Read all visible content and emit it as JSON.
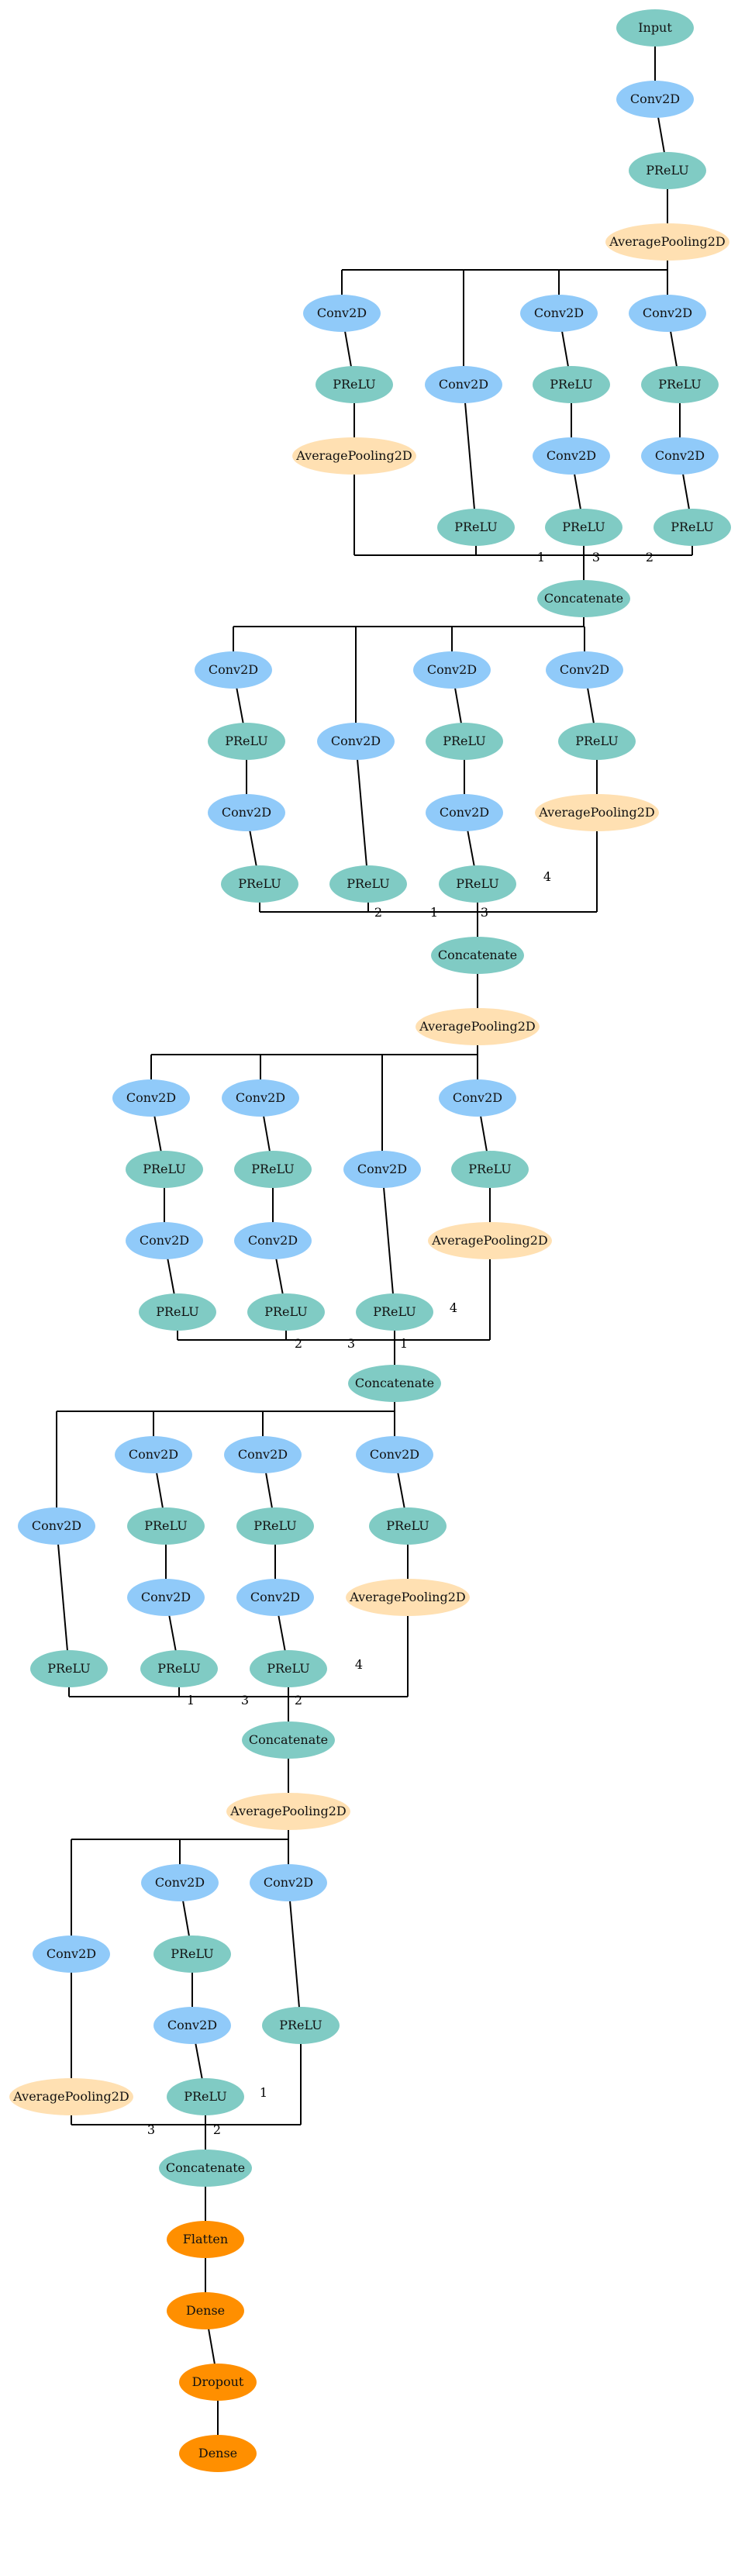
{
  "colors": {
    "input": "#80CBC4",
    "prelu": "#80CBC4",
    "conv2d": "#90CAF9",
    "pooling": "#FFE0B2",
    "dense_stack": "#FF8F00",
    "edge": "#000000"
  },
  "nodes": [
    {
      "id": "input",
      "label": "Input",
      "kind": "input"
    },
    {
      "id": "conv1",
      "label": "Conv2D",
      "kind": "conv2d"
    },
    {
      "id": "prelu1",
      "label": "PReLU",
      "kind": "prelu"
    },
    {
      "id": "pool1",
      "label": "AveragePooling2D",
      "kind": "pooling"
    },
    {
      "id": "b1a_conv",
      "label": "Conv2D",
      "kind": "conv2d"
    },
    {
      "id": "b1a_prelu",
      "label": "PReLU",
      "kind": "prelu"
    },
    {
      "id": "b1a_pool",
      "label": "AveragePooling2D",
      "kind": "pooling"
    },
    {
      "id": "b1b_conv",
      "label": "Conv2D",
      "kind": "conv2d"
    },
    {
      "id": "b1b_prelu",
      "label": "PReLU",
      "kind": "prelu"
    },
    {
      "id": "b1c_conv1",
      "label": "Conv2D",
      "kind": "conv2d"
    },
    {
      "id": "b1c_prelu1",
      "label": "PReLU",
      "kind": "prelu"
    },
    {
      "id": "b1c_conv2",
      "label": "Conv2D",
      "kind": "conv2d"
    },
    {
      "id": "b1c_prelu2",
      "label": "PReLU",
      "kind": "prelu"
    },
    {
      "id": "b1d_conv1",
      "label": "Conv2D",
      "kind": "conv2d"
    },
    {
      "id": "b1d_prelu1",
      "label": "PReLU",
      "kind": "prelu"
    },
    {
      "id": "b1d_conv2",
      "label": "Conv2D",
      "kind": "conv2d"
    },
    {
      "id": "b1d_prelu2",
      "label": "PReLU",
      "kind": "prelu"
    },
    {
      "id": "concat1",
      "label": "Concatenate",
      "kind": "prelu"
    },
    {
      "id": "b2a_conv1",
      "label": "Conv2D",
      "kind": "conv2d"
    },
    {
      "id": "b2a_prelu1",
      "label": "PReLU",
      "kind": "prelu"
    },
    {
      "id": "b2a_conv2",
      "label": "Conv2D",
      "kind": "conv2d"
    },
    {
      "id": "b2a_prelu2",
      "label": "PReLU",
      "kind": "prelu"
    },
    {
      "id": "b2b_conv",
      "label": "Conv2D",
      "kind": "conv2d"
    },
    {
      "id": "b2b_prelu",
      "label": "PReLU",
      "kind": "prelu"
    },
    {
      "id": "b2c_conv1",
      "label": "Conv2D",
      "kind": "conv2d"
    },
    {
      "id": "b2c_prelu1",
      "label": "PReLU",
      "kind": "prelu"
    },
    {
      "id": "b2c_conv2",
      "label": "Conv2D",
      "kind": "conv2d"
    },
    {
      "id": "b2c_prelu2",
      "label": "PReLU",
      "kind": "prelu"
    },
    {
      "id": "b2d_conv",
      "label": "Conv2D",
      "kind": "conv2d"
    },
    {
      "id": "b2d_prelu",
      "label": "PReLU",
      "kind": "prelu"
    },
    {
      "id": "b2d_pool",
      "label": "AveragePooling2D",
      "kind": "pooling"
    },
    {
      "id": "concat2",
      "label": "Concatenate",
      "kind": "prelu"
    },
    {
      "id": "pool2",
      "label": "AveragePooling2D",
      "kind": "pooling"
    },
    {
      "id": "b3a_conv1",
      "label": "Conv2D",
      "kind": "conv2d"
    },
    {
      "id": "b3a_prelu1",
      "label": "PReLU",
      "kind": "prelu"
    },
    {
      "id": "b3a_conv2",
      "label": "Conv2D",
      "kind": "conv2d"
    },
    {
      "id": "b3a_prelu2",
      "label": "PReLU",
      "kind": "prelu"
    },
    {
      "id": "b3b_conv1",
      "label": "Conv2D",
      "kind": "conv2d"
    },
    {
      "id": "b3b_prelu1",
      "label": "PReLU",
      "kind": "prelu"
    },
    {
      "id": "b3b_conv2",
      "label": "Conv2D",
      "kind": "conv2d"
    },
    {
      "id": "b3b_prelu2",
      "label": "PReLU",
      "kind": "prelu"
    },
    {
      "id": "b3c_conv",
      "label": "Conv2D",
      "kind": "conv2d"
    },
    {
      "id": "b3c_prelu",
      "label": "PReLU",
      "kind": "prelu"
    },
    {
      "id": "b3d_conv",
      "label": "Conv2D",
      "kind": "conv2d"
    },
    {
      "id": "b3d_prelu",
      "label": "PReLU",
      "kind": "prelu"
    },
    {
      "id": "b3d_pool",
      "label": "AveragePooling2D",
      "kind": "pooling"
    },
    {
      "id": "concat3",
      "label": "Concatenate",
      "kind": "prelu"
    },
    {
      "id": "b4a_conv",
      "label": "Conv2D",
      "kind": "conv2d"
    },
    {
      "id": "b4a_prelu",
      "label": "PReLU",
      "kind": "prelu"
    },
    {
      "id": "b4b_conv1",
      "label": "Conv2D",
      "kind": "conv2d"
    },
    {
      "id": "b4b_prelu1",
      "label": "PReLU",
      "kind": "prelu"
    },
    {
      "id": "b4b_conv2",
      "label": "Conv2D",
      "kind": "conv2d"
    },
    {
      "id": "b4b_prelu2",
      "label": "PReLU",
      "kind": "prelu"
    },
    {
      "id": "b4c_conv1",
      "label": "Conv2D",
      "kind": "conv2d"
    },
    {
      "id": "b4c_prelu1",
      "label": "PReLU",
      "kind": "prelu"
    },
    {
      "id": "b4c_conv2",
      "label": "Conv2D",
      "kind": "conv2d"
    },
    {
      "id": "b4c_prelu2",
      "label": "PReLU",
      "kind": "prelu"
    },
    {
      "id": "b4d_conv",
      "label": "Conv2D",
      "kind": "conv2d"
    },
    {
      "id": "b4d_prelu",
      "label": "PReLU",
      "kind": "prelu"
    },
    {
      "id": "b4d_pool",
      "label": "AveragePooling2D",
      "kind": "pooling"
    },
    {
      "id": "concat4",
      "label": "Concatenate",
      "kind": "prelu"
    },
    {
      "id": "pool3",
      "label": "AveragePooling2D",
      "kind": "pooling"
    },
    {
      "id": "b5a_conv",
      "label": "Conv2D",
      "kind": "conv2d"
    },
    {
      "id": "b5a_pool",
      "label": "AveragePooling2D",
      "kind": "pooling"
    },
    {
      "id": "b5b_conv1",
      "label": "Conv2D",
      "kind": "conv2d"
    },
    {
      "id": "b5b_prelu1",
      "label": "PReLU",
      "kind": "prelu"
    },
    {
      "id": "b5b_conv2",
      "label": "Conv2D",
      "kind": "conv2d"
    },
    {
      "id": "b5b_prelu2",
      "label": "PReLU",
      "kind": "prelu"
    },
    {
      "id": "b5c_conv",
      "label": "Conv2D",
      "kind": "conv2d"
    },
    {
      "id": "b5c_prelu",
      "label": "PReLU",
      "kind": "prelu"
    },
    {
      "id": "concat5",
      "label": "Concatenate",
      "kind": "prelu"
    },
    {
      "id": "flatten",
      "label": "Flatten",
      "kind": "dense_stack"
    },
    {
      "id": "dense1",
      "label": "Dense",
      "kind": "dense_stack"
    },
    {
      "id": "dropout",
      "label": "Dropout",
      "kind": "dense_stack"
    },
    {
      "id": "dense2",
      "label": "Dense",
      "kind": "dense_stack"
    }
  ],
  "edge_labels": [
    "1",
    "3",
    "2",
    "4",
    "2",
    "1",
    "3",
    "4",
    "2",
    "3",
    "1",
    "4",
    "1",
    "3",
    "2",
    "1",
    "3",
    "2"
  ]
}
